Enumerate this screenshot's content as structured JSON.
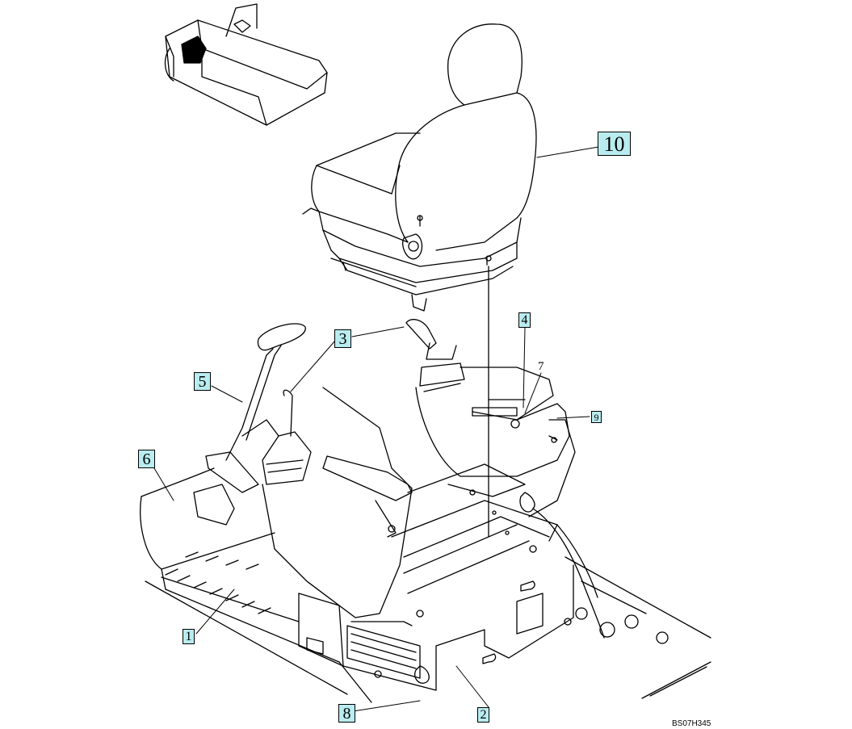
{
  "callouts": {
    "c1": "1",
    "c2": "2",
    "c3": "3",
    "c4": "4",
    "c5": "5",
    "c6": "6",
    "c7": "7",
    "c8": "8",
    "c9": "9",
    "c10": "10"
  },
  "drawing_code": "BS07H345",
  "colors": {
    "callout_fill": "#b9ecef",
    "line": "#000000"
  }
}
